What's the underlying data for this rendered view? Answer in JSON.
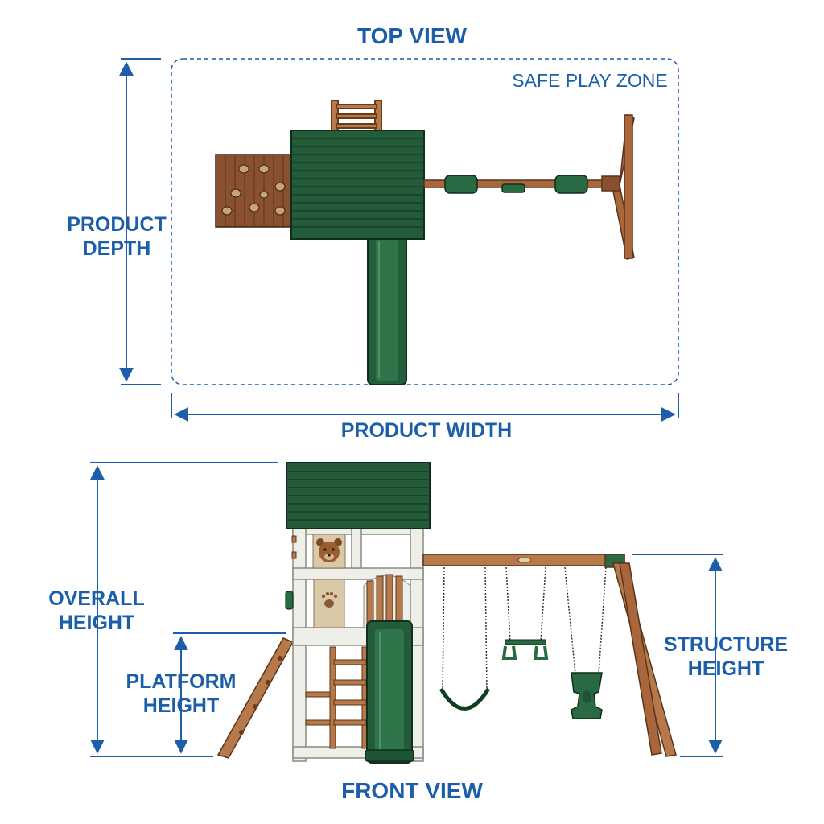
{
  "top_view": {
    "title": "TOP VIEW",
    "zone_label": "SAFE PLAY ZONE",
    "depth_label": [
      "PRODUCT",
      "DEPTH"
    ],
    "width_label": "PRODUCT WIDTH"
  },
  "front_view": {
    "title": "FRONT VIEW",
    "overall_label": [
      "OVERALL",
      "HEIGHT"
    ],
    "platform_label": [
      "PLATFORM",
      "HEIGHT"
    ],
    "structure_label": [
      "STRUCTURE",
      "HEIGHT"
    ]
  },
  "colors": {
    "dimension_blue": "#1c5fa8",
    "roof_green": "#1f5c36",
    "wood_brown": "#9b5a2c",
    "frame_white": "#efefea"
  }
}
